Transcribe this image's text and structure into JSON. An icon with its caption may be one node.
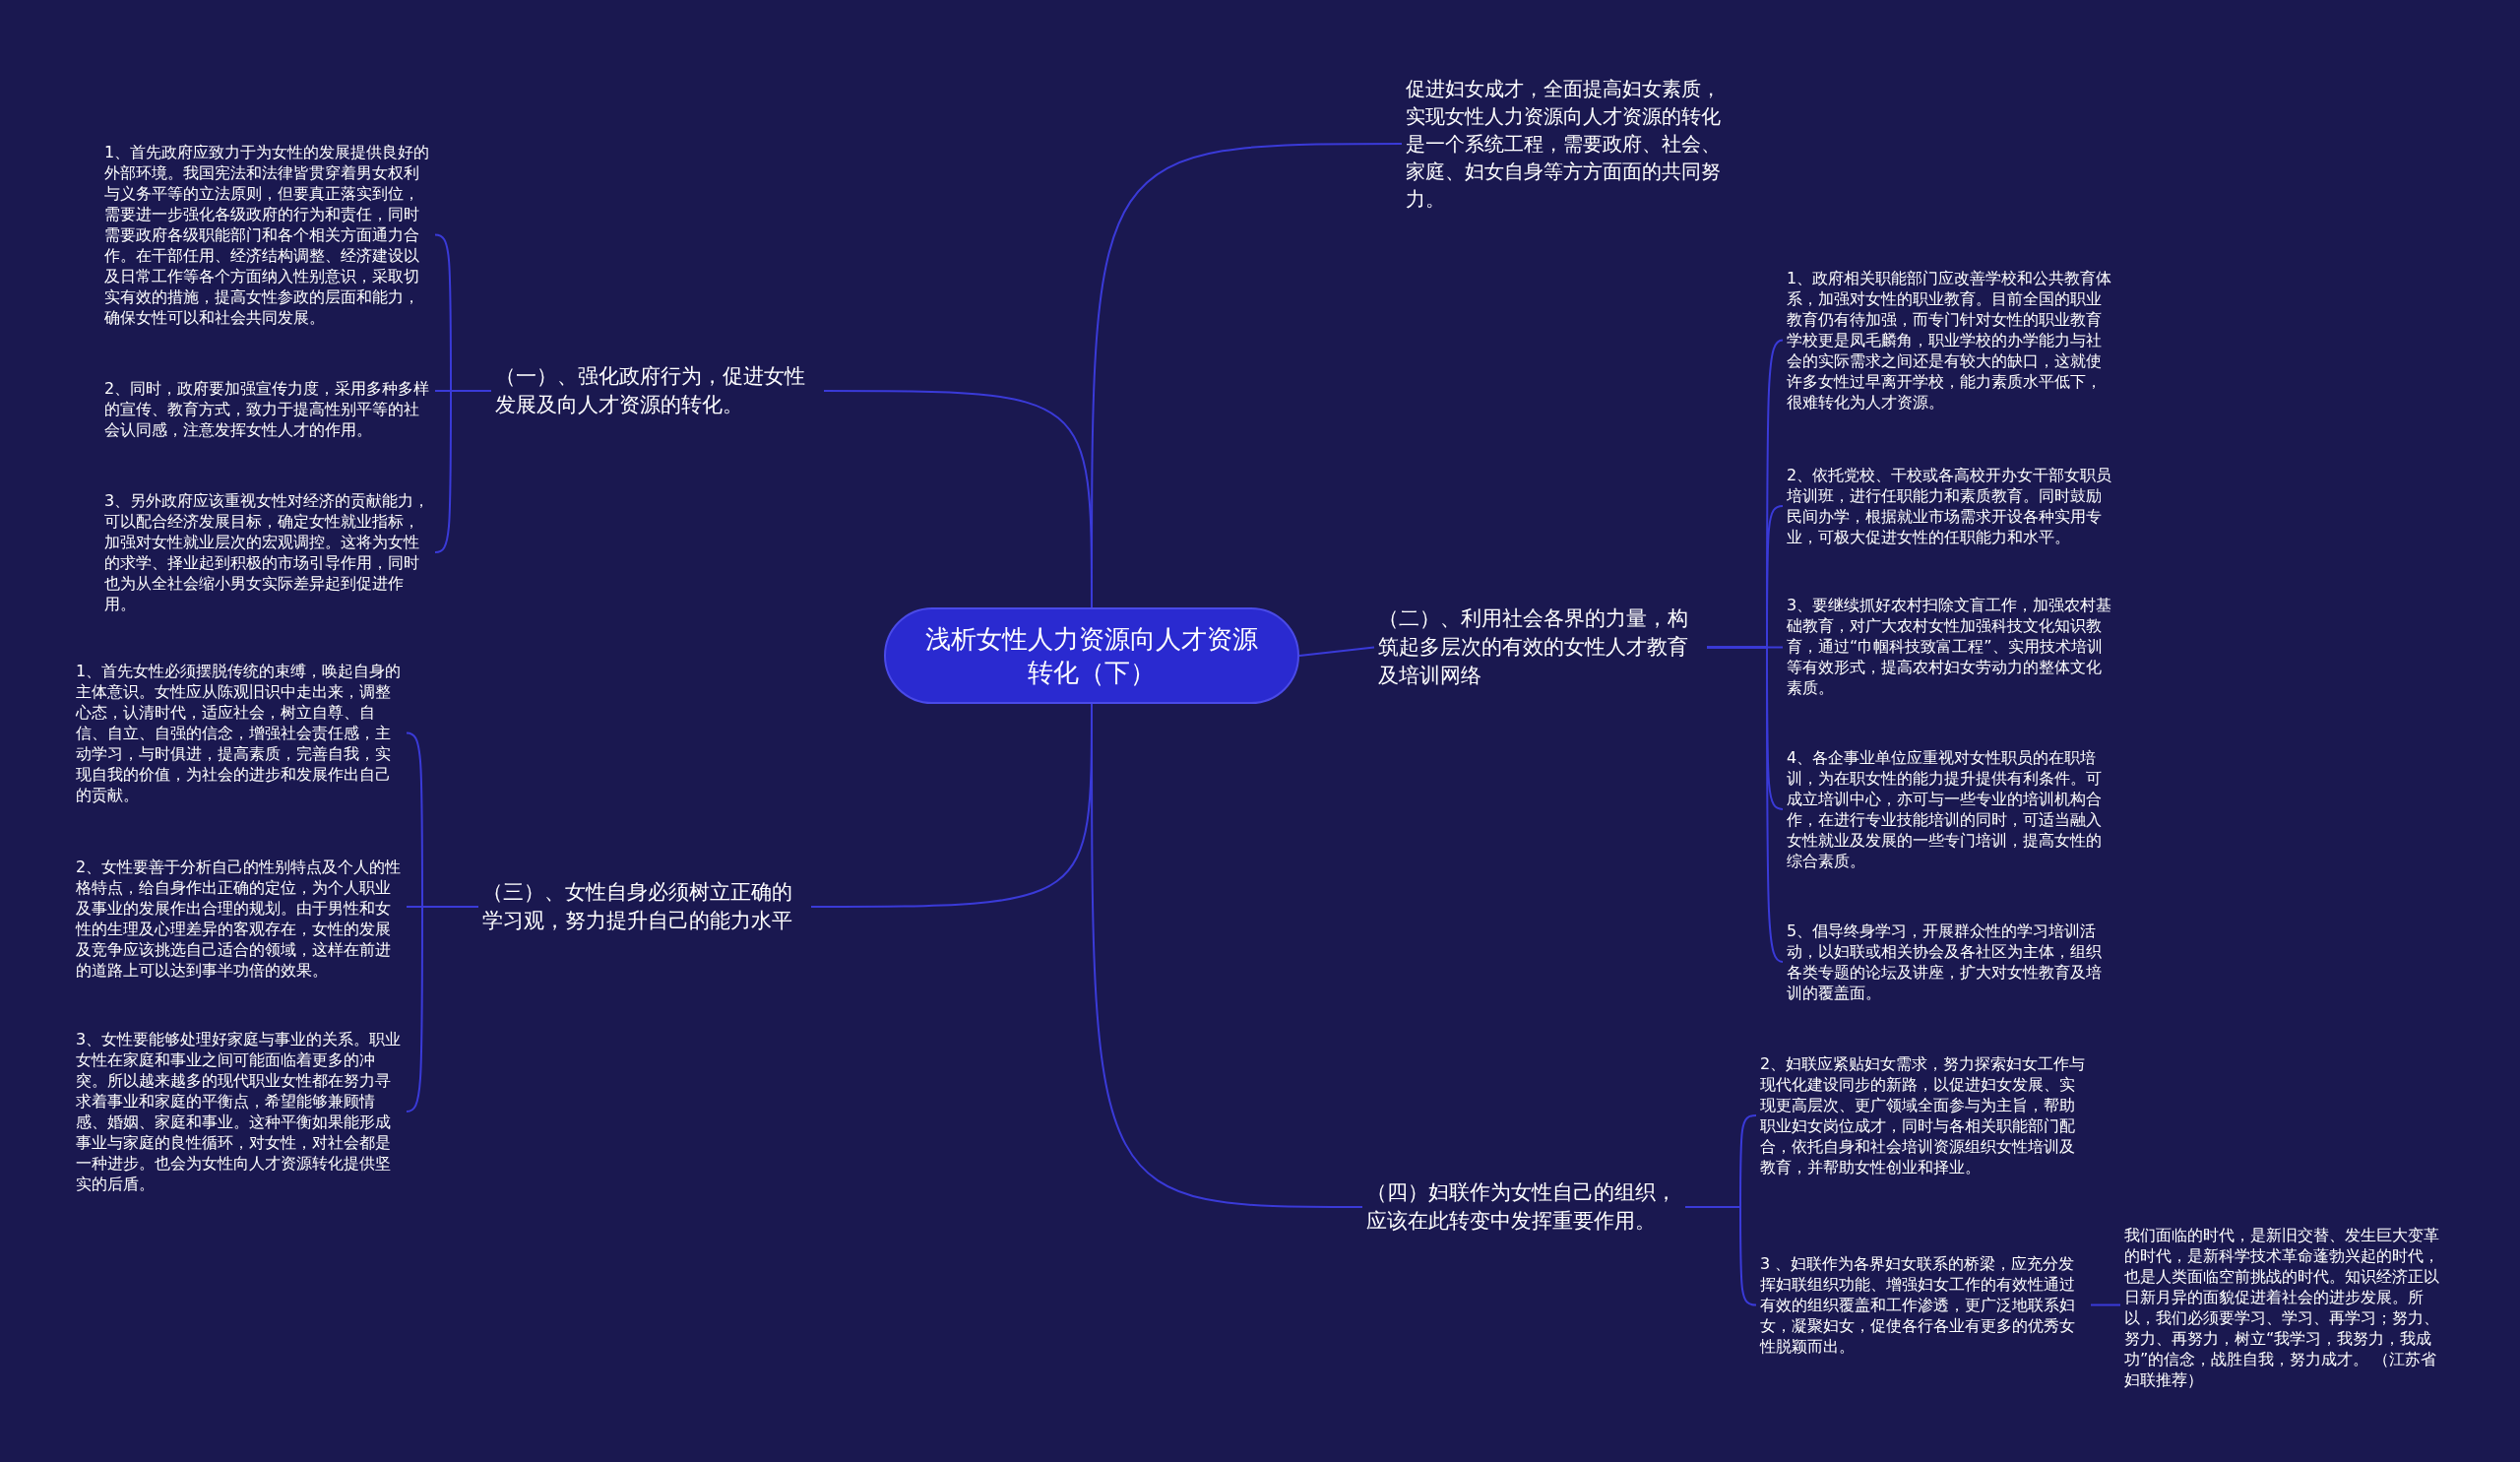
{
  "diagram": {
    "nodes": [
      {
        "text": [
          "浅析女性人力资源向人才资源转化（下）"
        ]
      },
      {
        "text": [
          "促进妇女成才，全面提高妇女素质，实现女性人力资源向人才资源的转化是一个系统工程，需要政府、社会、家庭、妇女自身等方方面面的共同努力。"
        ]
      },
      {
        "text": [
          "（一）、强化政府行为，促进女性发展及向人才资源的转化。"
        ]
      },
      {
        "text": [
          "1、首先政府应致力于为女性的发展提供良好的外部环境。我国宪法和法律皆贯穿着男女权利与义务平等的立法原则，但要真正落实到位，需要进一步强化各级政府的行为和责任，同时需要政府各级职能部门和各个相关方面通力合作。在干部任用、经济结构调整、经济建设以及日常工作等各个方面纳入性别意识，采取切实有效的措施，提高女性参政的层面和能力，确保女性可以和社会共同发展。"
        ]
      },
      {
        "text": [
          "2、同时，政府要加强宣传力度，采用多种多样的宣传、教育方式，致力于提高性别平等的社会认同感，注意发挥女性人才的作用。"
        ]
      },
      {
        "text": [
          "3、另外政府应该重视女性对经济的贡献能力，可以配合经济发展目标，确定女性就业指标，加强对女性就业层次的宏观调控。这将为女性的求学、择业起到积极的市场引导作用，同时也为从全社会缩小男女实际差异起到促进作用。"
        ]
      },
      {
        "text": [
          "（二）、利用社会各界的力量，构筑起多层次的有效的女性人才教育及培训网络"
        ]
      },
      {
        "text": [
          "1、政府相关职能部门应改善学校和公共教育体系，加强对女性的职业教育。目前全国的职业教育仍有待加强，而专门针对女性的职业教育学校更是凤毛麟角，职业学校的办学能力与社会的实际需求之间还是有较大的缺口，这就使许多女性过早离开学校，能力素质水平低下，很难转化为人才资源。"
        ]
      },
      {
        "text": [
          "2、依托党校、干校或各高校开办女干部女职员培训班，进行任职能力和素质教育。同时鼓励民间办学，根据就业市场需求开设各种实用专业，可极大促进女性的任职能力和水平。"
        ]
      },
      {
        "text": [
          "3、要继续抓好农村扫除文盲工作，加强农村基础教育，对广大农村女性加强科技文化知识教育，通过“巾帼科技致富工程”、实用技术培训等有效形式，提高农村妇女劳动力的整体文化素质。"
        ]
      },
      {
        "text": [
          "4、各企事业单位应重视对女性职员的在职培训，为在职女性的能力提升提供有利条件。可成立培训中心，亦可与一些专业的培训机构合作，在进行专业技能培训的同时，可适当融入女性就业及发展的一些专门培训，提高女性的综合素质。"
        ]
      },
      {
        "text": [
          "5、倡导终身学习，开展群众性的学习培训活动，以妇联或相关协会及各社区为主体，组织各类专题的论坛及讲座，扩大对女性教育及培训的覆盖面。"
        ]
      },
      {
        "text": [
          "（三）、女性自身必须树立正确的学习观，努力提升自己的能力水平"
        ]
      },
      {
        "text": [
          "1、首先女性必须摆脱传统的束缚，唤起自身的主体意识。女性应从陈观旧识中走出来，调整心态，认清时代，适应社会，树立自尊、自信、自立、自强的信念，增强社会责任感，主动学习，与时俱进，提高素质，完善自我，实现自我的价值，为社会的进步和发展作出自己的贡献。"
        ]
      },
      {
        "text": [
          "2、女性要善于分析自己的性别特点及个人的性格特点，给自身作出正确的定位，为个人职业及事业的发展作出合理的规划。由于男性和女性的生理及心理差异的客观存在，女性的发展及竞争应该挑选自己适合的领域，这样在前进的道路上可以达到事半功倍的效果。"
        ]
      },
      {
        "text": [
          "3、女性要能够处理好家庭与事业的关系。职业女性在家庭和事业之间可能面临着更多的冲突。所以越来越多的现代职业女性都在努力寻求着事业和家庭的平衡点，希望能够兼顾情感、婚姻、家庭和事业。这种平衡如果能形成事业与家庭的良性循环，对女性，对社会都是一种进步。也会为女性向人才资源转化提供坚实的后盾。"
        ]
      },
      {
        "text": [
          "（四）妇联作为女性自己的组织，应该在此转变中发挥重要作用。"
        ]
      },
      {
        "text": [
          "2、妇联应紧贴妇女需求，努力探索妇女工作与现代化建设同步的新路，以促进妇女发展、实现更高层次、更广领域全面参与为主旨，帮助职业妇女岗位成才，同时与各相关职能部门配合，依托自身和社会培训资源组织女性培训及教育，并帮助女性创业和择业。"
        ]
      },
      {
        "text": [
          "3 、妇联作为各界妇女联系的桥梁，应充分发挥妇联组织功能、增强妇女工作的有效性通过有效的组织覆盖和工作渗透，更广泛地联系妇女，凝聚妇女，促使各行各业有更多的优秀女性脱颖而出。"
        ]
      },
      {
        "text": [
          "我们面临的时代，是新旧交替、发生巨大变革的时代，是新科学技术革命蓬勃兴起的时代，也是人类面临空前挑战的时代。知识经济正以日新月异的面貌促进着社会的进步发展。所以，我们必须要学习、学习、再学习；努力、努力、再努力，树立“我学习，我努力，我成功”的信念，战胜自我，努力成才。 （江苏省妇联推荐）"
        ]
      }
    ],
    "edges": [
      {
        "from": 0,
        "to": 1,
        "arrow": "none"
      },
      {
        "from": 0,
        "to": 2,
        "arrow": "none"
      },
      {
        "from": 2,
        "to": 3,
        "arrow": "none"
      },
      {
        "from": 2,
        "to": 4,
        "arrow": "none"
      },
      {
        "from": 2,
        "to": 5,
        "arrow": "none"
      },
      {
        "from": 0,
        "to": 6,
        "arrow": "none"
      },
      {
        "from": 6,
        "to": 7,
        "arrow": "none"
      },
      {
        "from": 6,
        "to": 8,
        "arrow": "none"
      },
      {
        "from": 6,
        "to": 9,
        "arrow": "none"
      },
      {
        "from": 6,
        "to": 10,
        "arrow": "none"
      },
      {
        "from": 6,
        "to": 11,
        "arrow": "none"
      },
      {
        "from": 0,
        "to": 12,
        "arrow": "none"
      },
      {
        "from": 12,
        "to": 13,
        "arrow": "none"
      },
      {
        "from": 12,
        "to": 14,
        "arrow": "none"
      },
      {
        "from": 12,
        "to": 15,
        "arrow": "none"
      },
      {
        "from": 0,
        "to": 16,
        "arrow": "none"
      },
      {
        "from": 16,
        "to": 17,
        "arrow": "none"
      },
      {
        "from": 16,
        "to": 18,
        "arrow": "none"
      },
      {
        "from": 18,
        "to": 19,
        "arrow": "none"
      }
    ]
  }
}
